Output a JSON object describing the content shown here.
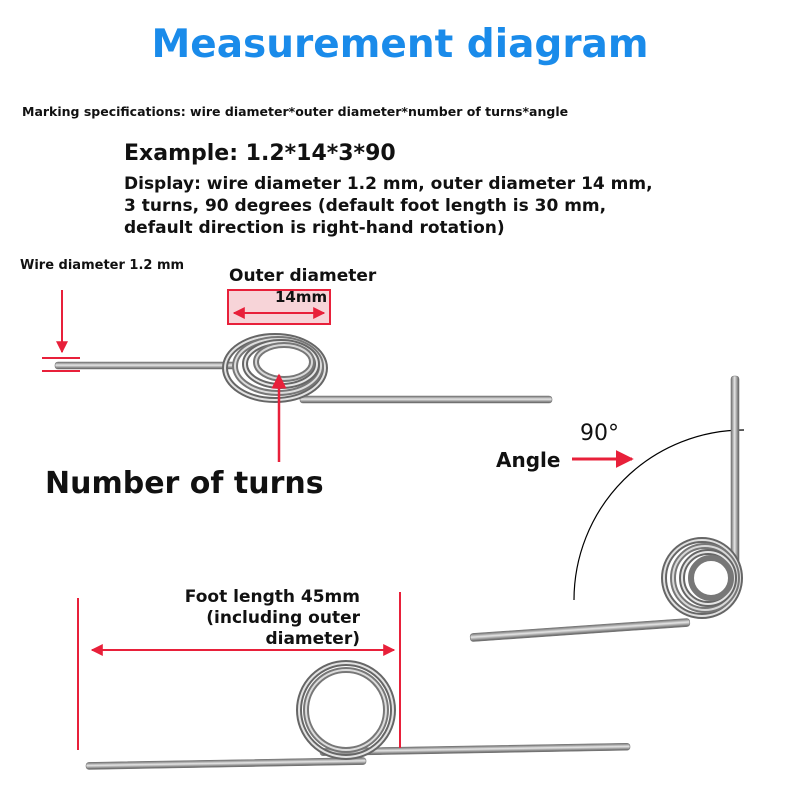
{
  "title": "Measurement diagram",
  "marking_spec": "Marking specifications: wire diameter*outer diameter*number of turns*angle",
  "example": "Example: 1.2*14*3*90",
  "display_text": "Display: wire diameter 1.2 mm, outer diameter 14 mm,\n3 turns, 90 degrees (default foot length is 30 mm,\ndefault direction is right-hand rotation)",
  "labels": {
    "wire_diameter": "Wire diameter 1.2 mm",
    "outer_diameter": "Outer diameter",
    "outer_diameter_value": "14mm",
    "number_of_turns": "Number of turns",
    "angle": "Angle",
    "angle_value": "90°",
    "foot_length": "Foot length 45mm\n(including outer\ndiameter)"
  },
  "colors": {
    "title": "#1a8bea",
    "annotation_red": "#e8203a",
    "spring_metal": "#9a9a9a",
    "spring_dark": "#555555"
  }
}
